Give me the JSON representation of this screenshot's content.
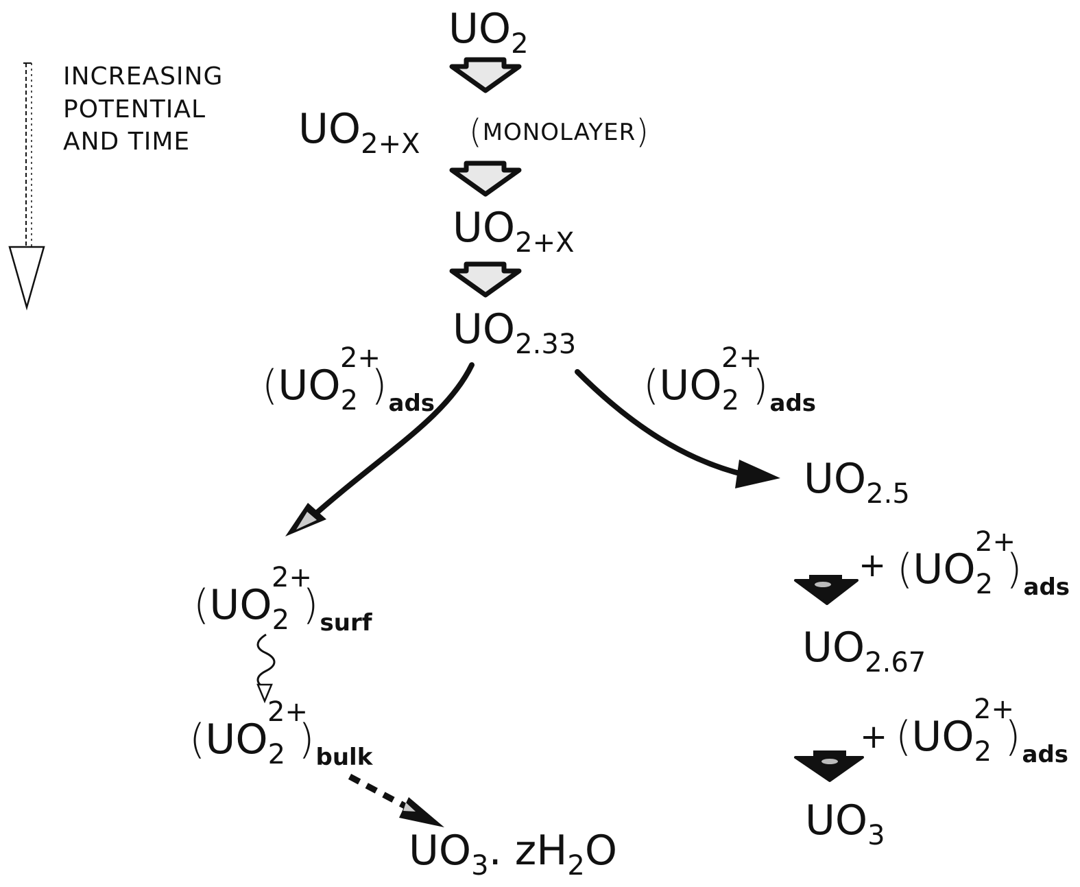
{
  "legend": {
    "line1": "INCREASING",
    "line2": "POTENTIAL",
    "line3": "AND TIME"
  },
  "species": {
    "uo2": {
      "base": "UO",
      "sub": "2"
    },
    "uo2x_side": {
      "base": "UO",
      "sub": "2+X"
    },
    "monolayer": "MONOLAYER",
    "uo2x": {
      "base": "UO",
      "sub": "2+X"
    },
    "uo233": {
      "base": "UO",
      "sub": "2.33"
    },
    "ads_left": {
      "base": "UO",
      "sub": "2",
      "sup": "2+",
      "tag": "ads"
    },
    "ads_right": {
      "base": "UO",
      "sub": "2",
      "sup": "2+",
      "tag": "ads"
    },
    "uo25": {
      "base": "UO",
      "sub": "2.5"
    },
    "plus1": "+",
    "ads_step1": {
      "base": "UO",
      "sub": "2",
      "sup": "2+",
      "tag": "ads"
    },
    "uo267": {
      "base": "UO",
      "sub": "2.67"
    },
    "plus2": "+",
    "ads_step2": {
      "base": "UO",
      "sub": "2",
      "sup": "2+",
      "tag": "ads"
    },
    "uo3": {
      "base": "UO",
      "sub": "3"
    },
    "surf": {
      "base": "UO",
      "sub": "2",
      "sup": "2+",
      "tag": "surf"
    },
    "bulk": {
      "base": "UO",
      "sub": "2",
      "sup": "2+",
      "tag": "bulk"
    },
    "hydrate": {
      "base": "UO",
      "sub": "3",
      "mid": ". zH",
      "sub2": "2",
      "end": "O"
    }
  },
  "colors": {
    "ink": "#111111",
    "arrow_fill": "#e8e8e8"
  }
}
